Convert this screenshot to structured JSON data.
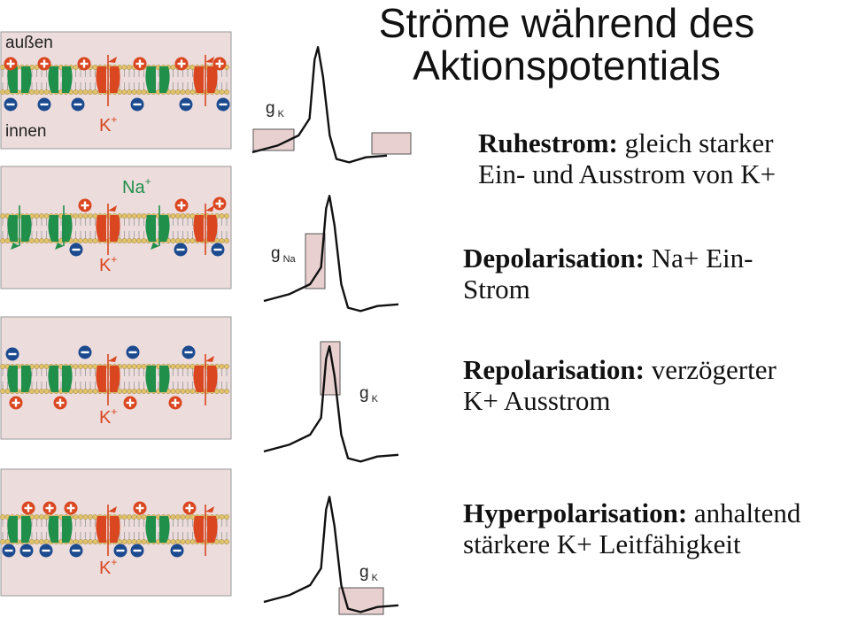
{
  "title": {
    "line1": "Ströme während des",
    "line2": "Aktionspotentials"
  },
  "membrane_labels": {
    "outside": "außen",
    "inside": "innen"
  },
  "ions": {
    "k": "K",
    "na": "Na",
    "plus": "+",
    "minus": "−"
  },
  "conductance": {
    "g": "g",
    "k_sub": "K",
    "na_sub": "Na"
  },
  "phases": [
    {
      "term": "Ruhestrom",
      "sep": ":",
      "line1_rest": " gleich starker",
      "line2": "Ein- und Ausstrom von K+"
    },
    {
      "term": "Depolarisation",
      "sep": ":",
      "line1_rest": " Na+ Ein-",
      "line2": "Strom"
    },
    {
      "term": "Repolarisation",
      "sep": ":",
      "line1_rest": " verzögerter",
      "line2": "K+ Ausstrom"
    },
    {
      "term": "Hyperpolarisation",
      "sep": ":",
      "line1_rest": " anhaltend",
      "line2": "stärkere K+ Leitfähigkeit"
    }
  ],
  "colors": {
    "panel_bg": "#ecdcdc",
    "panel_border": "#999999",
    "lipid_head": "#e2c36a",
    "na_channel": "#1f8f4a",
    "k_channel": "#d9461f",
    "positive_ion": "#d9461f",
    "negative_ion": "#1c4a8f",
    "highlight_box": "#e9d0d0"
  }
}
